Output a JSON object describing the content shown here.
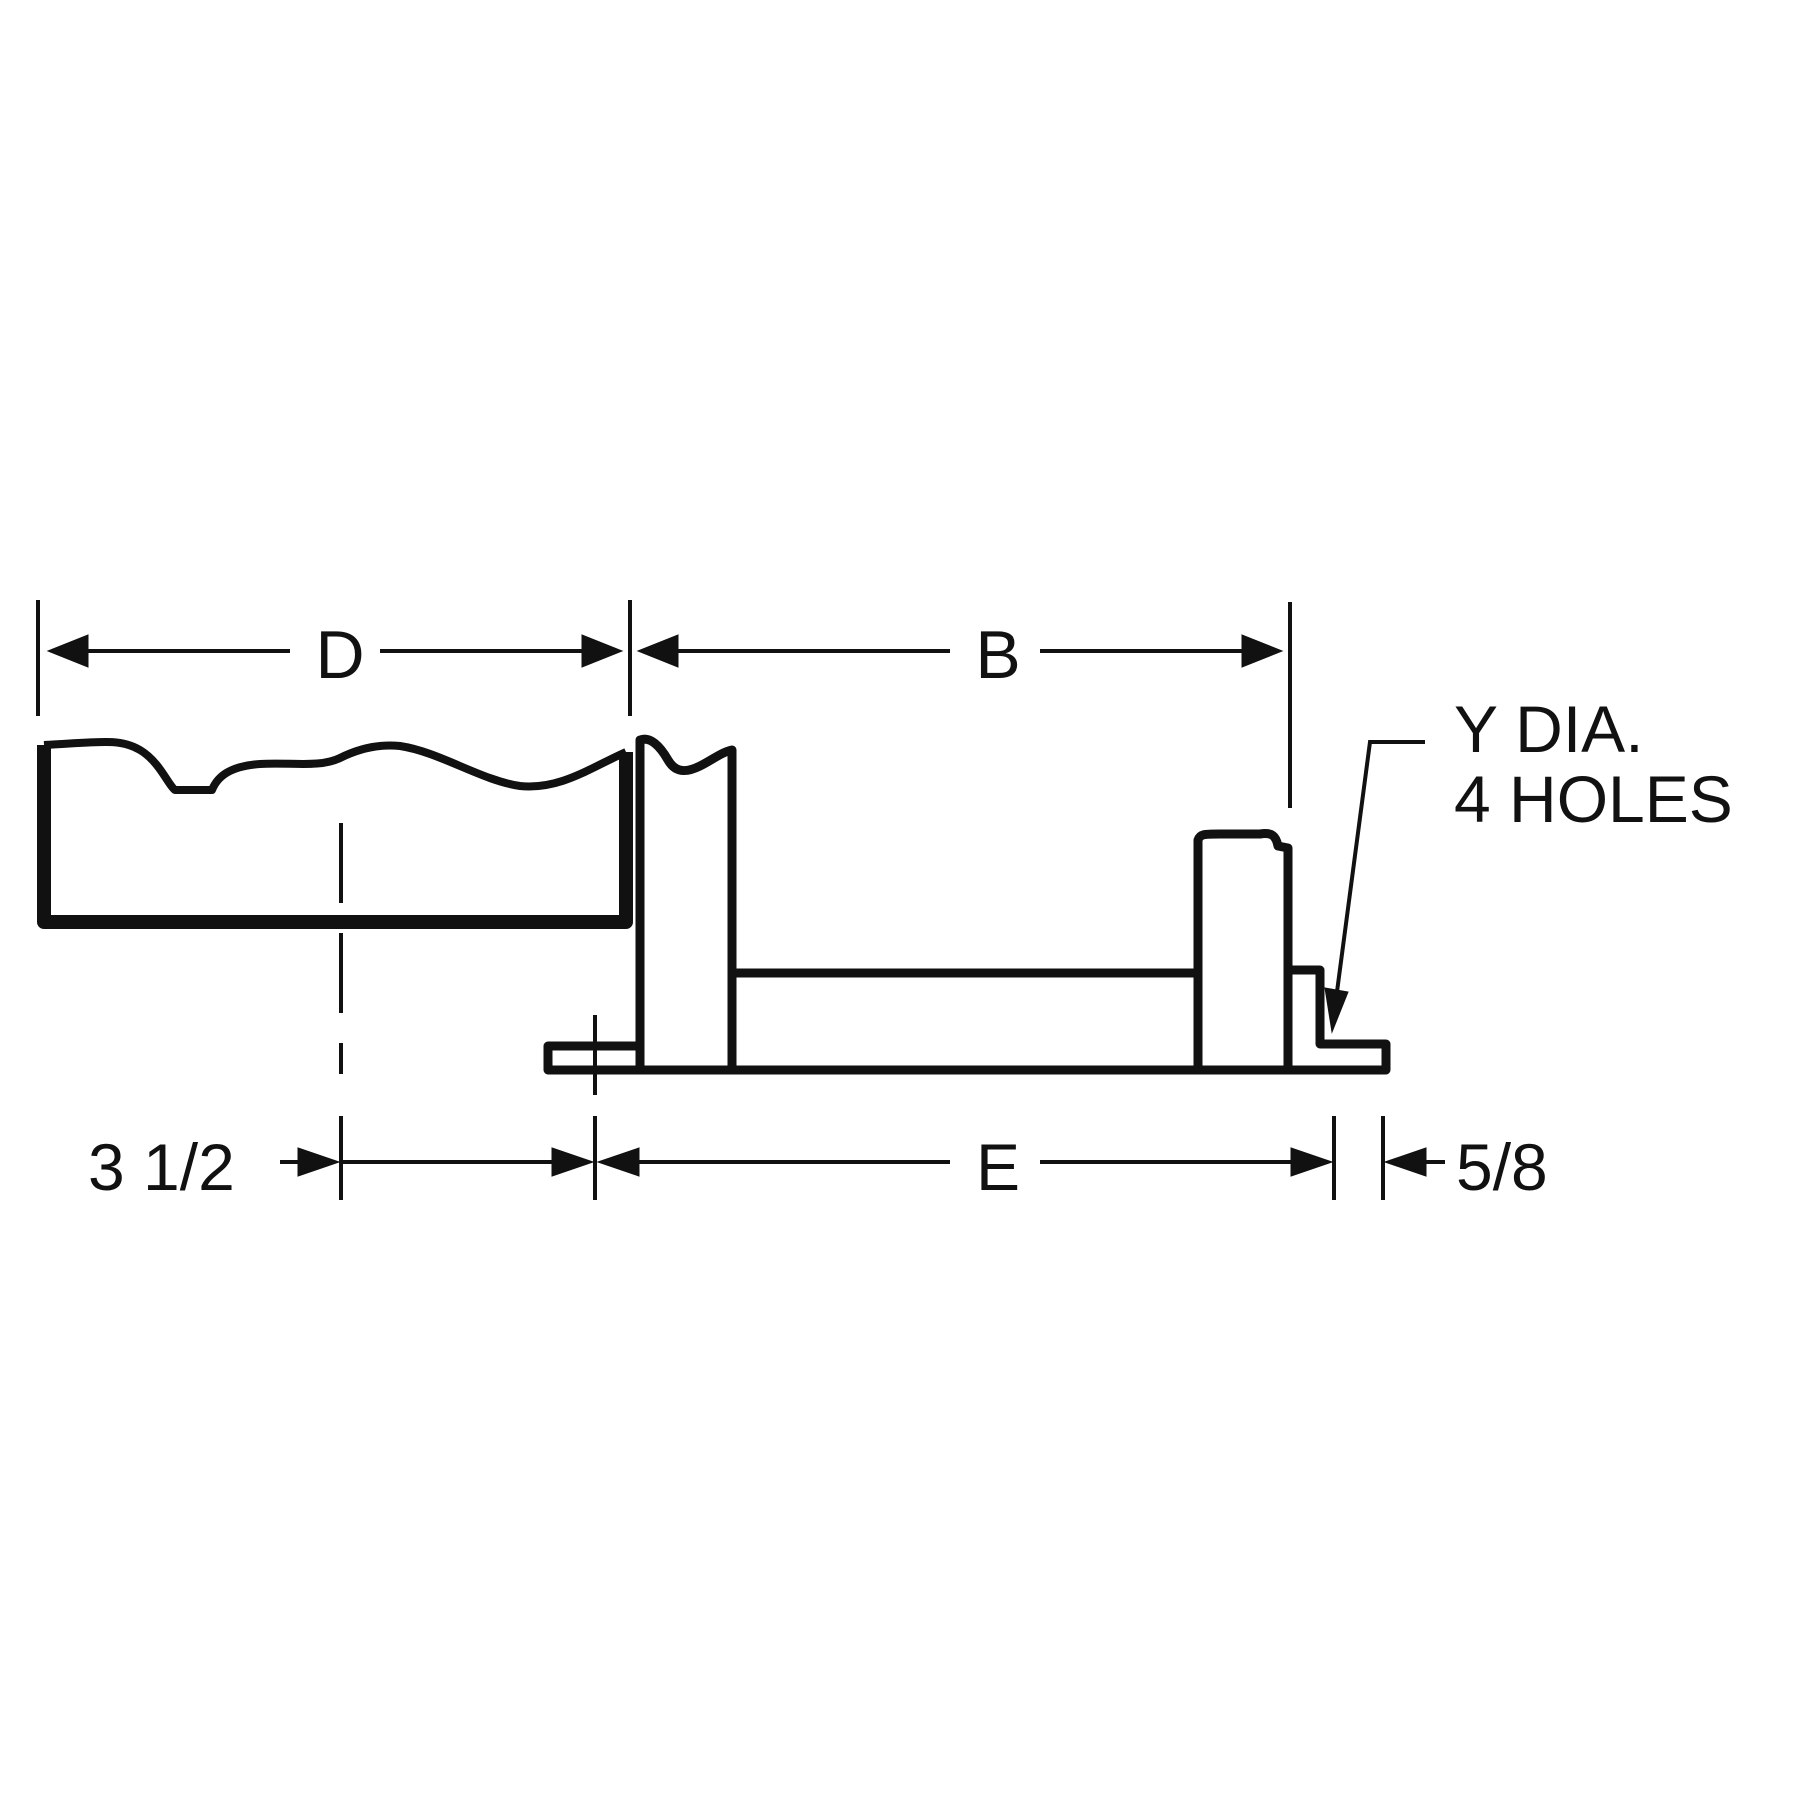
{
  "diagram": {
    "type": "technical-dimension-drawing",
    "colors": {
      "background": "#ffffff",
      "ink": "#111111"
    },
    "dimensions": {
      "top_left": {
        "label": "D"
      },
      "top_right": {
        "label": "B"
      },
      "bottom_left": {
        "label": "3 1/2"
      },
      "bottom_middle": {
        "label": "E"
      },
      "bottom_right": {
        "label": "5/8"
      }
    },
    "callout": {
      "line1": "Y DIA.",
      "line2": "4 HOLES"
    }
  }
}
